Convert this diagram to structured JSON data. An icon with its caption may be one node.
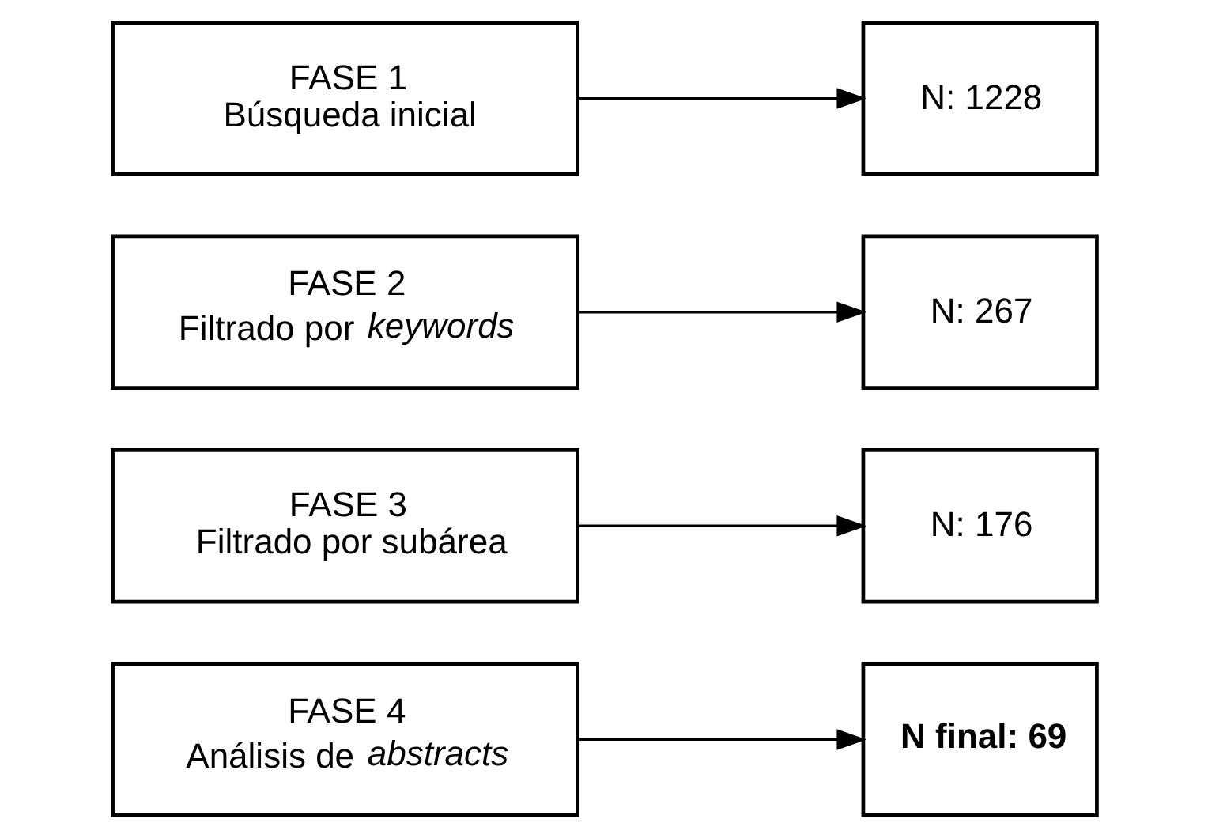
{
  "diagram": {
    "nodes": [
      {
        "text": [
          "FASE 1",
          "Búsqueda inicial"
        ]
      },
      {
        "text": [
          "N: 1228"
        ]
      },
      {
        "text": [
          "FASE 2",
          "Filtrado por *keywords*"
        ]
      },
      {
        "text": [
          "N: 267"
        ]
      },
      {
        "text": [
          "FASE 3",
          "Filtrado por subárea"
        ]
      },
      {
        "text": [
          "N: 176"
        ]
      },
      {
        "text": [
          "FASE 4",
          "Análisis de *abstracts*"
        ]
      },
      {
        "text": [
          "N final: 69"
        ]
      }
    ],
    "edges": [
      {
        "from": 0,
        "to": 1,
        "arrow": "to"
      },
      {
        "from": 2,
        "to": 3,
        "arrow": "to"
      },
      {
        "from": 4,
        "to": 5,
        "arrow": "to"
      },
      {
        "from": 6,
        "to": 7,
        "arrow": "to"
      }
    ]
  }
}
